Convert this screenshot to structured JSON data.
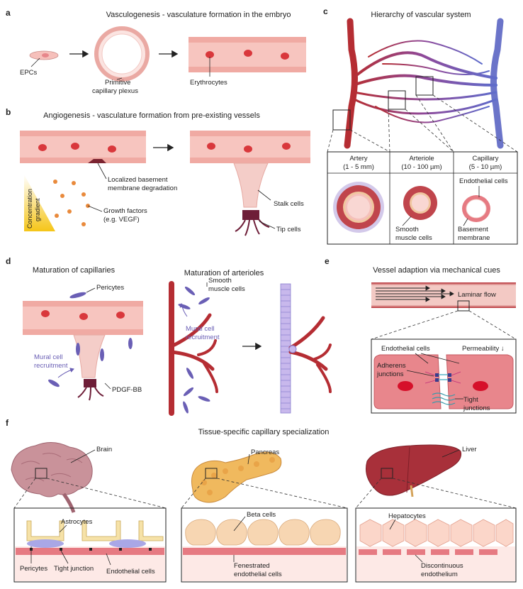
{
  "panels": {
    "a": {
      "letter": "a",
      "title": "Vasculogenesis - vasculature formation in the embryo",
      "labels": [
        "EPCs",
        "Primitive",
        "capillary plexus",
        "Erythrocytes"
      ]
    },
    "b": {
      "letter": "b",
      "title": "Angiogenesis - vasculature formation from pre-existing vessels",
      "labels": [
        "Localized basement",
        "membrane degradation",
        "Concentration",
        "gradient",
        "Growth factors",
        "(e.g. VEGF)",
        "Stalk cells",
        "Tip cells"
      ]
    },
    "c": {
      "letter": "c",
      "title": "Hierarchy of vascular system",
      "table": [
        {
          "name": "Artery",
          "size": "(1 - 5 mm)"
        },
        {
          "name": "Arteriole",
          "size": "(10 - 100 µm)"
        },
        {
          "name": "Capillary",
          "size": "(5 - 10 µm)"
        }
      ],
      "labels": [
        "Endothelial cells",
        "Smooth",
        "muscle cells",
        "Basement",
        "membrane"
      ]
    },
    "d": {
      "letter": "d",
      "title_left": "Maturation of capillaries",
      "title_right": "Maturation of arterioles",
      "labels": [
        "Pericytes",
        "Mural cell",
        "recruitment",
        "PDGF-BB",
        "Smooth",
        "muscle cells",
        "Mural cell",
        "recruitment"
      ]
    },
    "e": {
      "letter": "e",
      "title": "Vessel adaption via mechanical cues",
      "labels": [
        "Laminar flow",
        "Endothelial cells",
        "Permeability ↓",
        "Adherens",
        "junctions",
        "Tight",
        "junctions"
      ]
    },
    "f": {
      "letter": "f",
      "title": "Tissue-specific capillary specialization",
      "organs": [
        "Brain",
        "Pancreas",
        "Liver"
      ],
      "labels": [
        "Astrocytes",
        "Pericytes",
        "Tight junction",
        "Endothelial cells",
        "Beta cells",
        "Fenestrated",
        "endothelial cells",
        "Hepatocytes",
        "Discontinuous",
        "endothelium"
      ]
    }
  },
  "colors": {
    "vessel": "#f7c5bf",
    "erythrocyte": "#d9383c",
    "artery": "#b52d33",
    "vein": "#6b74c9",
    "mural_cell": "#8a7fd0",
    "gradient_yellow": "#f5c518"
  }
}
